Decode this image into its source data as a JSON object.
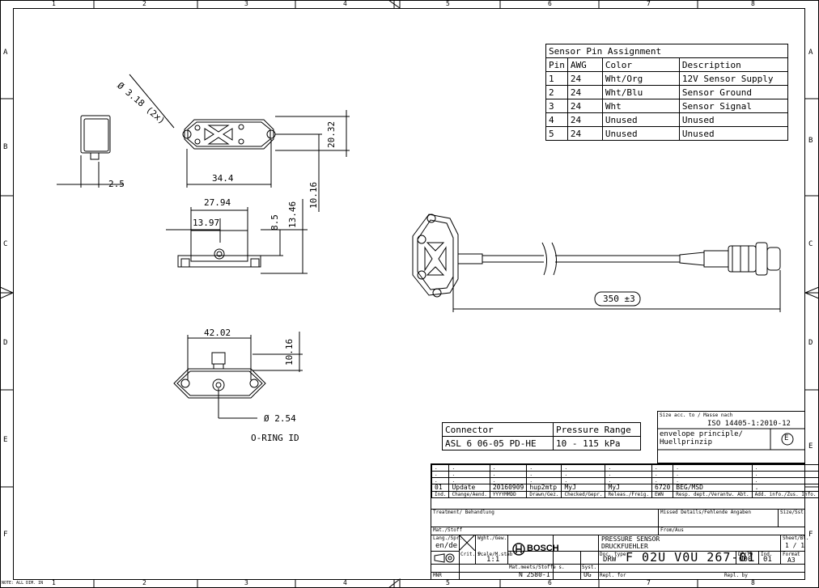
{
  "frame": {
    "columns_top": [
      "1",
      "2",
      "3",
      "4",
      "5",
      "6",
      "7",
      "8"
    ],
    "columns_bottom": [
      "1",
      "2",
      "3",
      "4",
      "5",
      "6",
      "7",
      "8"
    ],
    "rows": [
      "A",
      "B",
      "C",
      "D",
      "E",
      "F"
    ]
  },
  "pin_table": {
    "title": "Sensor Pin Assignment",
    "headers": [
      "Pin",
      "AWG",
      "Color",
      "Description"
    ],
    "rows": [
      [
        "1",
        "24",
        "Wht/Org",
        "12V Sensor Supply"
      ],
      [
        "2",
        "24",
        "Wht/Blu",
        "Sensor Ground"
      ],
      [
        "3",
        "24",
        "Wht",
        "Sensor Signal"
      ],
      [
        "4",
        "24",
        "Unused",
        "Unused"
      ],
      [
        "5",
        "24",
        "Unused",
        "Unused"
      ]
    ]
  },
  "dimensions": {
    "hole_dia": "Ø 3.18 (2x)",
    "d_2_5": "2.5",
    "d_34_4": "34.4",
    "d_20_32": "20.32",
    "d_10_16_a": "10.16",
    "d_27_94": "27.94",
    "d_13_97": "13.97",
    "d_8_5": "8.5",
    "d_13_46": "13.46",
    "d_42_02": "42.02",
    "d_10_16_b": "10.16",
    "d_2_54": "Ø 2.54",
    "oring": "O-RING ID",
    "cable_len": "350 ±3"
  },
  "connector_table": {
    "h1": "Connector",
    "h2": "Pressure Range",
    "v1": "ASL 6 06-05 PD-HE",
    "v2": "10 - 115 kPa"
  },
  "size_box": {
    "line1": "Size acc. to / Masse nach",
    "line2": "ISO 14405-1:2010-12",
    "line3": "envelope principle/",
    "line4": "Huellprinzip",
    "symbol": "E"
  },
  "title_block": {
    "rev_row": [
      "01",
      "Update",
      "20160909",
      "hup2mtp",
      "MyJ",
      "MyJ",
      "6720",
      "BEG/MSD",
      "."
    ],
    "rev_headers": [
      "Ind.",
      "Change/Aend.",
      "YYYYMMDD",
      "Drawn/Gez.",
      "Checked/Gepr.",
      "Releas./Freig.",
      "EWN",
      "Resp. dept./Verantw. Abt.",
      "Add. info./Zus. Info."
    ],
    "treatment": "Treatment/ Behandlung",
    "missed": "Missed Details/Fehlende Angaben",
    "size_sheet": "Size/Sst.",
    "mat": "Mat./Stoff",
    "from": "From/Aus",
    "lang_label": "Lang./Spr.",
    "lang": "en/de",
    "weight": "Wght./Gew.",
    "company": "BOSCH",
    "name1": "PRESSURE SENSOR",
    "name2": "DRUCKFUEHLER",
    "sheet_label": "Sheet/Bl.",
    "sheet": "1 / 1",
    "crit": "Crit. P.",
    "scale_label": "Scale/M.stab",
    "scale": "1:1",
    "doctype_label": "Doc. type",
    "doctype": "DRW",
    "number": "F 02U V0U 267-01",
    "dp_label": "DP/TD",
    "dp": "000",
    "ind_label": "Ind.",
    "ind": "01",
    "format_label": "Format",
    "format": "A3",
    "matmeets": "Mat.meets/Stoffe s.",
    "norm": "N 2580-1",
    "syst_label": "Syst.",
    "syst": "UG",
    "repl_for": "Repl. for",
    "repl_by": "Repl. by",
    "mnr": "MNR"
  },
  "footer_note": "NOTE: ALL DIM. IN"
}
